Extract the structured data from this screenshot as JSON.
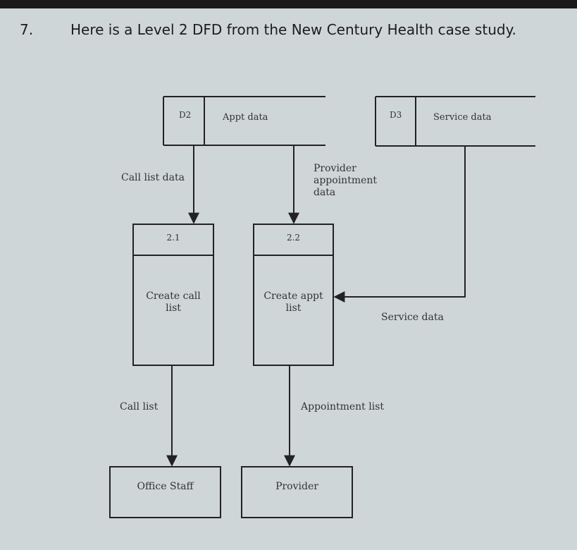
{
  "question": {
    "number": "7.",
    "text": "Here is a Level 2 DFD from the New Century Health case study."
  },
  "data_stores": [
    {
      "id": "D2",
      "name": "Appt data"
    },
    {
      "id": "D3",
      "name": "Service data"
    }
  ],
  "processes": [
    {
      "id": "2.1",
      "name": "Create call list"
    },
    {
      "id": "2.2",
      "name": "Create appt list"
    }
  ],
  "entities": [
    {
      "name": "Office Staff"
    },
    {
      "name": "Provider"
    }
  ],
  "flows": {
    "call_list_data": "Call list data",
    "provider_appointment_data": "Provider appointment data",
    "service_data": "Service data",
    "call_list": "Call list",
    "appointment_list": "Appointment list"
  }
}
